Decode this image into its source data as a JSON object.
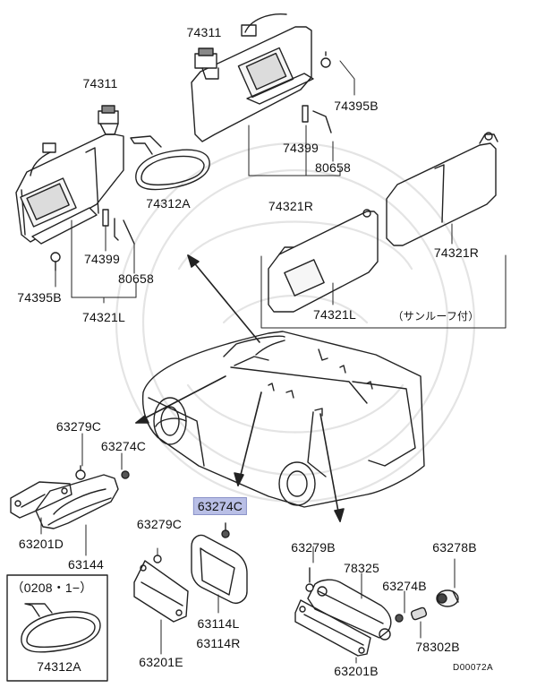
{
  "diagram": {
    "drawing_code": "D00072A",
    "highlight_color": "#b9bfe6",
    "line_color": "#222222",
    "labels": {
      "p74311_left": "74311",
      "p74311_top": "74311",
      "p74395b_left": "74395B",
      "p74395b_right": "74395B",
      "p74399_left": "74399",
      "p74399_right": "74399",
      "p80658_left": "80658",
      "p80658_right": "80658",
      "p74321l_left": "74321L",
      "p74321l_sunroof": "74321L",
      "p74321r_top": "74321R",
      "p74321r_sunroof": "74321R",
      "p74312a_top": "74312A",
      "p74312a_bottom": "74312A",
      "sunroof_note": "（サンルーフ付）",
      "p63279c_left": "63279C",
      "p63274c_left": "63274C",
      "p63274c_highlight": "63274C",
      "p63201d": "63201D",
      "p63144": "63144",
      "p63279c_mid": "63279C",
      "p63114l": "63114L",
      "p63114r": "63114R",
      "p63201e": "63201E",
      "p63279b": "63279B",
      "p78325": "78325",
      "p63274b": "63274B",
      "p63278b": "63278B",
      "p78302b": "78302B",
      "p63201b": "63201B",
      "date_code": "（0208・1−）"
    }
  }
}
